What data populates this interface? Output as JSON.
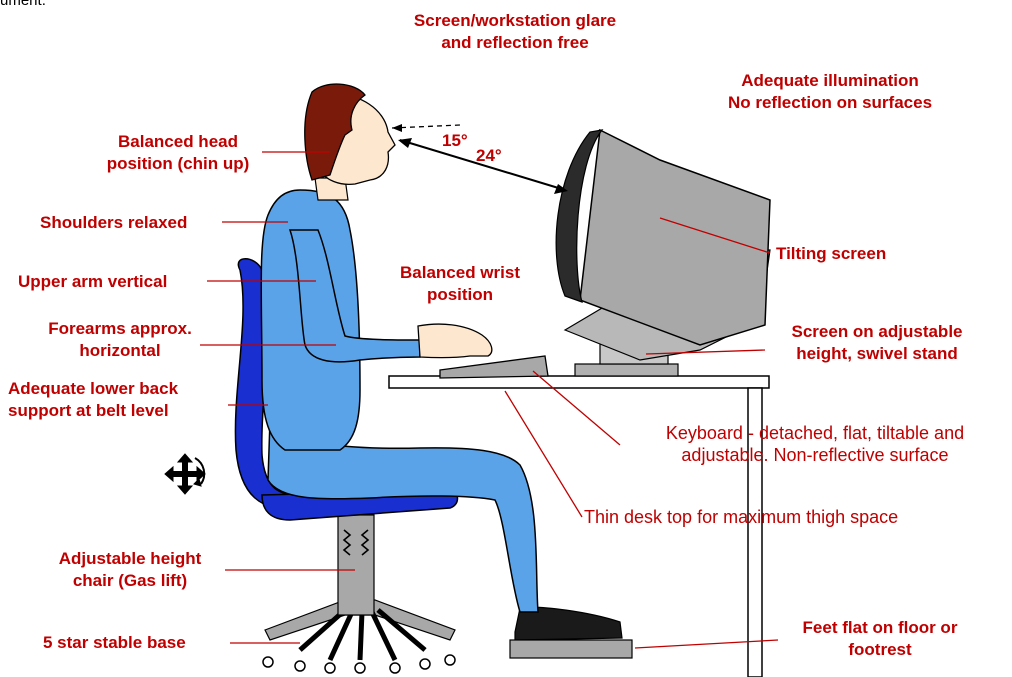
{
  "header_fragment": "ument.",
  "labels": {
    "glare_1": "Screen/workstation glare",
    "glare_2": "and reflection free",
    "illumination_1": "Adequate illumination",
    "illumination_2": "No reflection on surfaces",
    "head_1": "Balanced head",
    "head_2": "position (chin up)",
    "shoulders": "Shoulders relaxed",
    "upper_arm": "Upper arm vertical",
    "forearms_1": "Forearms approx.",
    "forearms_2": "horizontal",
    "lower_back_1": "Adequate lower back",
    "lower_back_2": "support at belt level",
    "chair_1": "Adjustable height",
    "chair_2": "chair (Gas lift)",
    "base": "5 star stable base",
    "tilting": "Tilting screen",
    "wrist_1": "Balanced wrist",
    "wrist_2": "position",
    "stand_1": "Screen on adjustable",
    "stand_2": "height, swivel stand",
    "keyboard_1": "Keyboard - detached, flat, tiltable and",
    "keyboard_2": "adjustable. Non-reflective surface",
    "desk": "Thin desk top for maximum thigh space",
    "feet_1": "Feet flat on floor or",
    "feet_2": "footrest",
    "angle_15": "15°",
    "angle_24": "24°"
  },
  "colors": {
    "label_red": "#c00000",
    "clothing_blue": "#5ba3e8",
    "chair_blue": "#1a2fd0",
    "hair_brown": "#7a1a0a",
    "skin": "#fde8cf",
    "grey": "#a8a8a8",
    "shoe": "#1a1a1a"
  },
  "icons": [
    "move-arrows-icon"
  ]
}
